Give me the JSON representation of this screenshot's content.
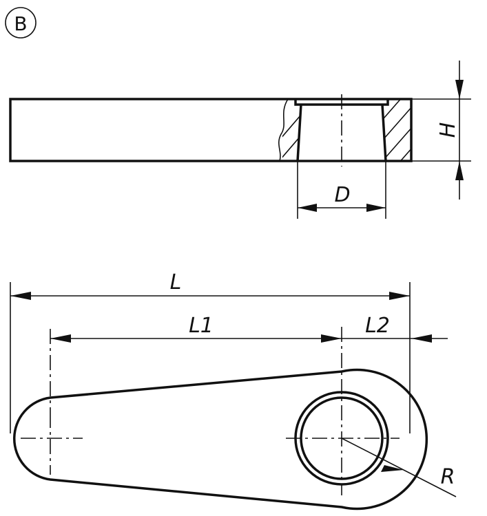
{
  "view_label": "B",
  "dimensions": {
    "height": "H",
    "diameter": "D",
    "length": "L",
    "length1": "L1",
    "length2": "L2",
    "radius": "R"
  }
}
